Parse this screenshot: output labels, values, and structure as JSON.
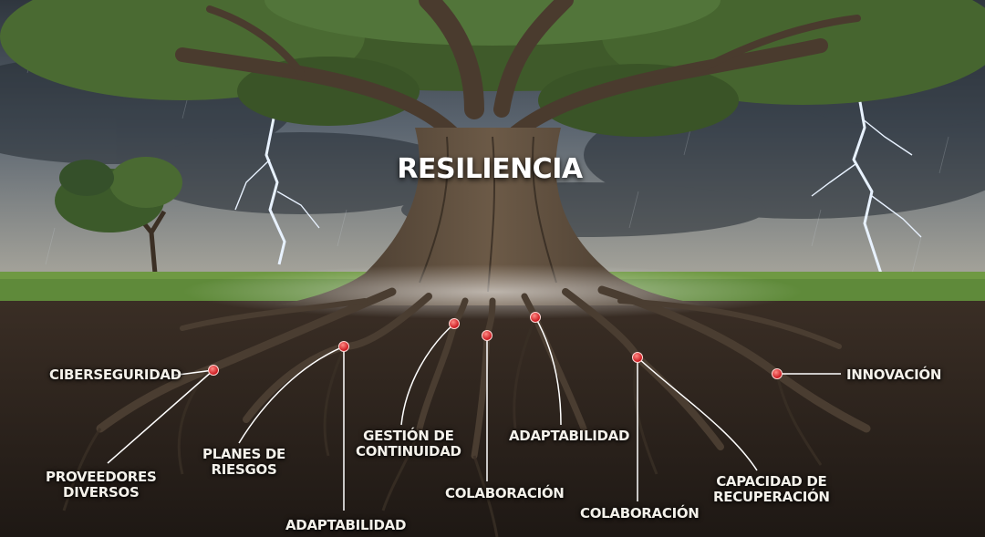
{
  "diagram": {
    "title": "RESILIENCIA",
    "nodes": [
      {
        "id": "ciberseguridad",
        "lines": [
          "CIBERSEGURIDAD"
        ]
      },
      {
        "id": "proveedores-diversos",
        "lines": [
          "PROVEEDORES",
          "DIVERSOS"
        ]
      },
      {
        "id": "planes-de-riesgos",
        "lines": [
          "PLANES DE",
          "RIESGOS"
        ]
      },
      {
        "id": "adaptabilidad-1",
        "lines": [
          "ADAPTABILIDAD"
        ]
      },
      {
        "id": "gestion-de-continuidad",
        "lines": [
          "GESTIÓN DE",
          "CONTINUIDAD"
        ]
      },
      {
        "id": "colaboracion-1",
        "lines": [
          "COLABORACIÓN"
        ]
      },
      {
        "id": "adaptabilidad-2",
        "lines": [
          "ADAPTABILIDAD"
        ]
      },
      {
        "id": "colaboracion-2",
        "lines": [
          "COLABORACIÓN"
        ]
      },
      {
        "id": "capacidad-de-recuperacion",
        "lines": [
          "CAPACIDAD DE",
          "RECUPERACIÓN"
        ]
      },
      {
        "id": "innovacion",
        "lines": [
          "INNOVACIÓN"
        ]
      }
    ]
  },
  "colors": {
    "sky": "#5b6570",
    "soil": "#2a211b",
    "grass": "#5f8a3a",
    "trunk": "#5a4a3a",
    "foliage": "#3f5a2a",
    "marker": "#e0242a",
    "lightning": "#e8f2ff",
    "text": "#f4f1ea"
  }
}
